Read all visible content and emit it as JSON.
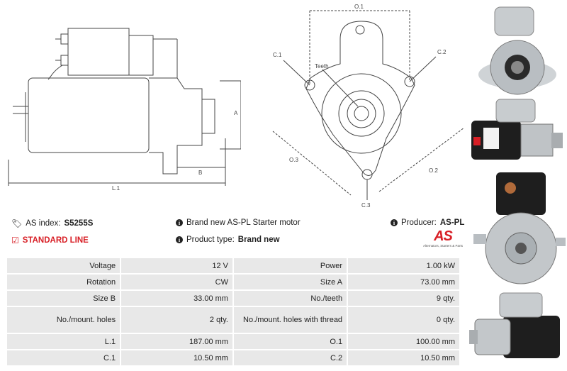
{
  "drawing": {
    "dims": {
      "a": "A",
      "b": "B",
      "l1": "L.1",
      "o1": "O.1",
      "o2": "O.2",
      "o3": "O.3",
      "c1": "C.1",
      "c2": "C.2",
      "c3": "C.3",
      "teeth": "Teeth"
    }
  },
  "info": {
    "as_index_label": "AS index:",
    "as_index_value": "S5255S",
    "description": "Brand new AS-PL Starter motor",
    "producer_label": "Producer:",
    "producer_value": "AS-PL",
    "standard_line": "STANDARD LINE",
    "product_type_label": "Product type:",
    "product_type_value": "Brand new"
  },
  "logo": {
    "mark": "AS",
    "tagline": "Alternators, Starters & Parts"
  },
  "specs": {
    "rows": [
      {
        "l1": "Voltage",
        "v1": "12 V",
        "l2": "Power",
        "v2": "1.00 kW"
      },
      {
        "l1": "Rotation",
        "v1": "CW",
        "l2": "Size A",
        "v2": "73.00 mm"
      },
      {
        "l1": "Size B",
        "v1": "33.00 mm",
        "l2": "No./teeth",
        "v2": "9 qty."
      },
      {
        "l1": "No./mount. holes",
        "v1": "2 qty.",
        "l2": "No./mount. holes with thread",
        "v2": "0 qty."
      },
      {
        "l1": "L.1",
        "v1": "187.00 mm",
        "l2": "O.1",
        "v2": "100.00 mm"
      },
      {
        "l1": "C.1",
        "v1": "10.50 mm",
        "l2": "C.2",
        "v2": "10.50 mm"
      }
    ]
  },
  "colors": {
    "accent_red": "#d81f26",
    "table_cell_bg": "#e8e8e8",
    "drawing_line": "#444444"
  },
  "icons": {
    "tag": "tag-icon",
    "info": "info-icon",
    "check": "checkbox-icon"
  }
}
